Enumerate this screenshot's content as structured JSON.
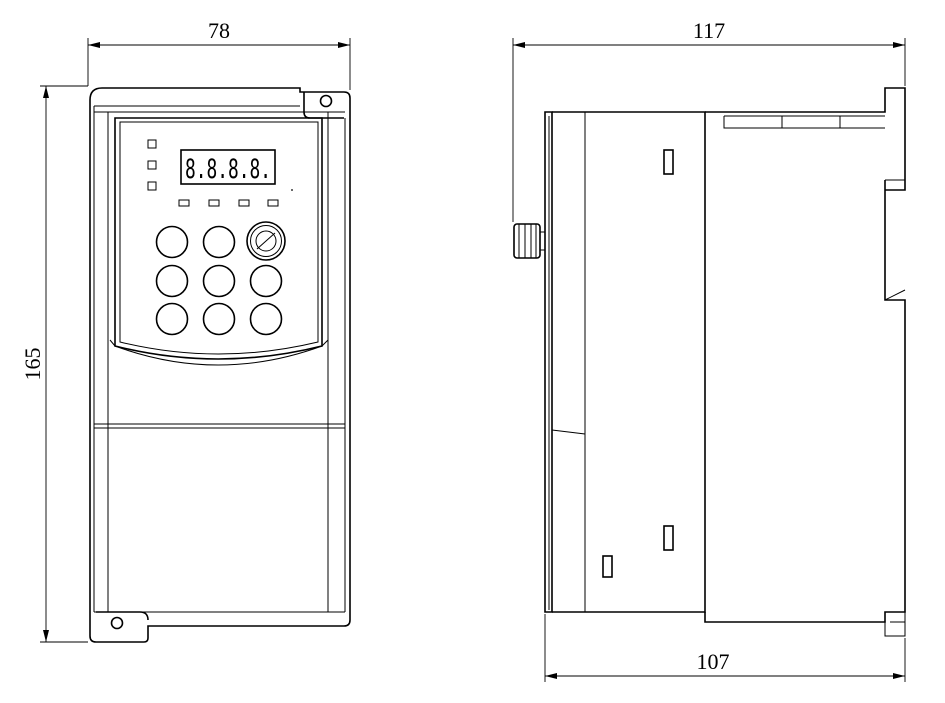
{
  "dimensions": {
    "front_width": "78",
    "front_height": "165",
    "side_depth_total": "117",
    "side_depth_body": "107"
  },
  "display": {
    "readout": "8.8.8.8."
  },
  "colors": {
    "line": "#000000",
    "background": "#ffffff"
  }
}
